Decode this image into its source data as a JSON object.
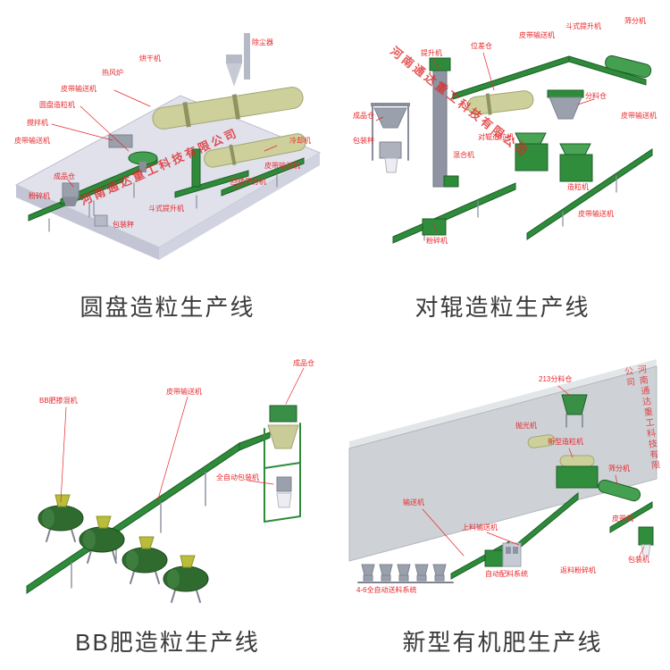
{
  "watermark": "河南通达重工科技有限公司",
  "colors": {
    "label_red": "#e8262a",
    "watermark_red": "#de2626",
    "machine_green": "#2e8b3a",
    "machine_green_dark": "#1d5f28",
    "drum_khaki": "#cdd09b",
    "platform_gray": "#e0e1eb",
    "caption_gray": "#3a3a3a"
  },
  "sections": {
    "disc": {
      "caption": "圆盘造粒生产线",
      "labels": [
        "除尘器",
        "烘干机",
        "热风炉",
        "皮带输送机",
        "圆盘造粒机",
        "搅拌机",
        "皮带输送机",
        "成品仓",
        "粉碎机",
        "包装秤",
        "斗式提升机",
        "冷却机",
        "回转筛分机",
        "皮带输送机"
      ]
    },
    "roller": {
      "caption": "对辊造粒生产线",
      "labels": [
        "提升机",
        "位差仓",
        "皮带输送机",
        "斗式提升机",
        "筛分机",
        "分料仓",
        "对辊造粒机",
        "混合机",
        "造粒机",
        "成品仓",
        "包装秤",
        "粉碎机",
        "皮带输送机",
        "皮带输送机"
      ]
    },
    "bb": {
      "caption": "BB肥造粒生产线",
      "labels": [
        "BB肥掺混机",
        "皮带输送机",
        "成品仓",
        "全自动包装机"
      ]
    },
    "organic": {
      "caption": "新型有机肥生产线",
      "labels": [
        "213分料仓",
        "输送机",
        "上料输送机",
        "新型造粒机",
        "筛分机",
        "抛光机",
        "皮带机",
        "返料粉碎机",
        "自动配料系统",
        "4-6全自动送料系统",
        "包装机"
      ]
    }
  }
}
